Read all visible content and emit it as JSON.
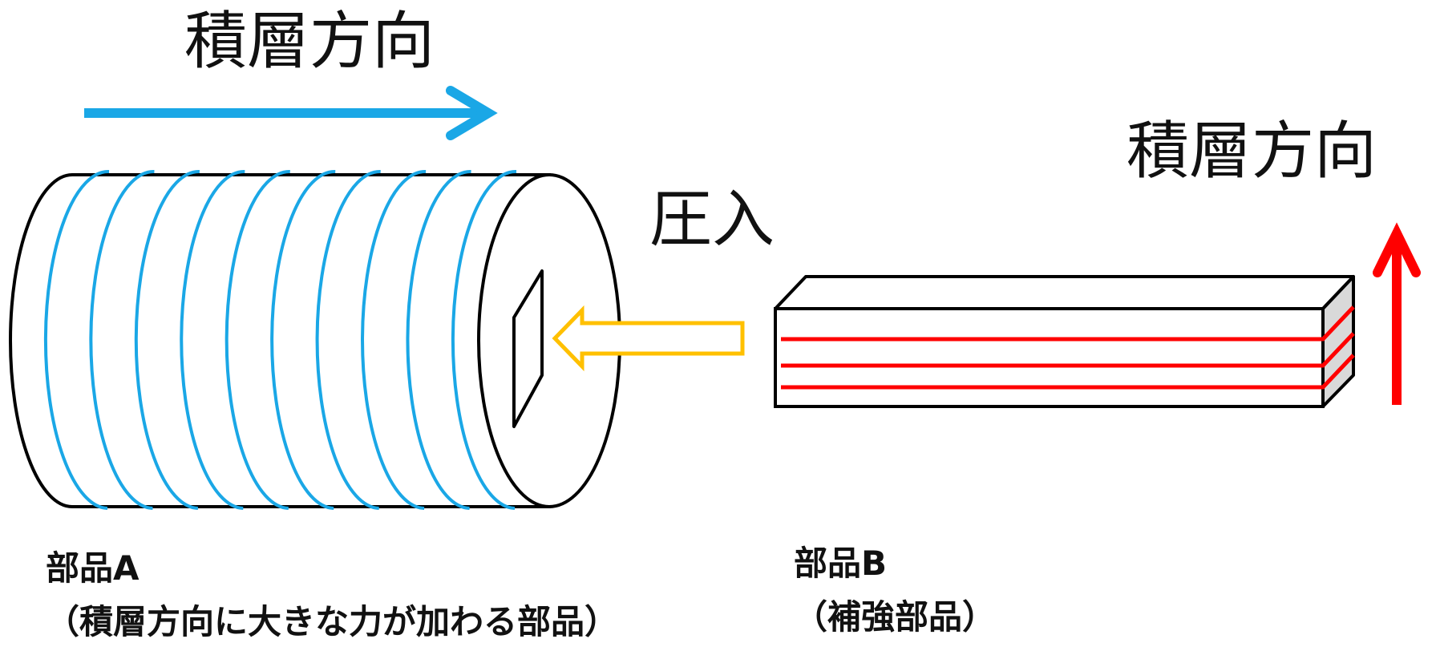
{
  "labels": {
    "stack_direction_a": "積層方向",
    "stack_direction_b": "積層方向",
    "press_fit": "圧入",
    "part_a_name": "部品A",
    "part_a_desc": "（積層方向に大きな力が加わる部品）",
    "part_b_name": "部品B",
    "part_b_desc": "（補強部品）"
  },
  "colors": {
    "part_a_layers": "#1aa7e6",
    "stack_arrow_a": "#1aa7e6",
    "part_b_layers": "#ff0000",
    "stack_arrow_b": "#ff0000",
    "press_arrow_stroke": "#ffc000",
    "outline": "#000000",
    "side_face": "#d9d9d9"
  },
  "part_a": {
    "layer_count": 10
  },
  "part_b": {
    "layer_count": 3
  }
}
